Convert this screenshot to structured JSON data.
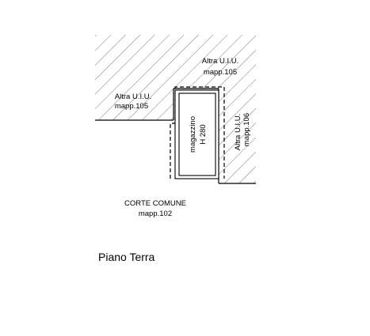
{
  "labels": {
    "altra_top_1": "Altra U.I.U.",
    "altra_top_2": "mapp.105",
    "altra_left_1": "Altra U.I.U.",
    "altra_left_2": "mapp.105",
    "altra_right_1": "Altra U.I.U.",
    "altra_right_2": "mapp.106",
    "room_1": "magazzino",
    "room_2": "H 280",
    "corte_1": "CORTE COMUNE",
    "corte_2": "mapp.102",
    "floor": "Piano Terra"
  },
  "colors": {
    "line": "#000000",
    "hatch": "#555555",
    "background": "#ffffff"
  }
}
